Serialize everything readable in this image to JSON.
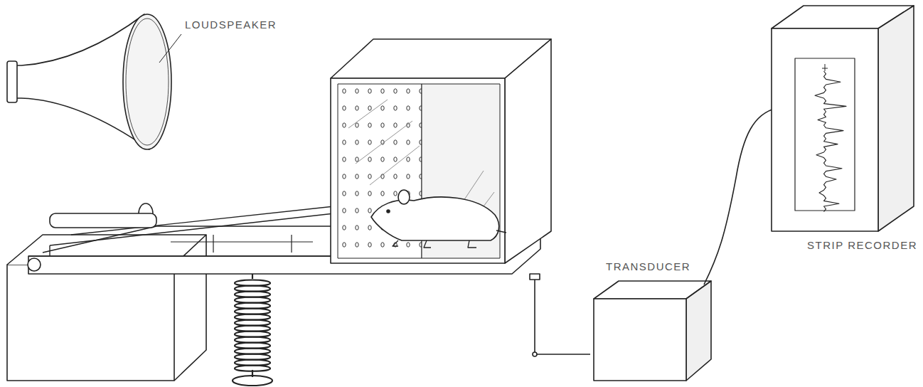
{
  "diagram": {
    "labels": [
      "LOUDSPEAKER",
      "TRANSDUCER",
      "STRIP RECORDER"
    ]
  }
}
